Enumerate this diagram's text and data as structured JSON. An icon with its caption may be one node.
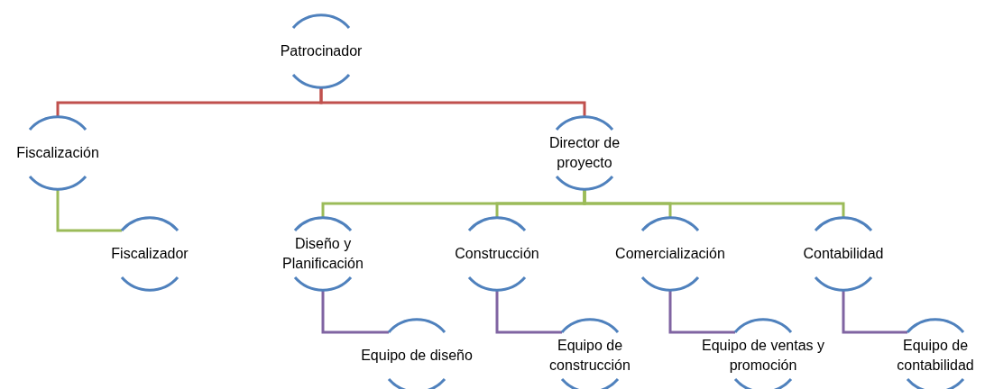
{
  "diagram": {
    "nodes": [
      {
        "text": [
          "Patrocinador"
        ]
      },
      {
        "text": [
          "Fiscalización"
        ]
      },
      {
        "text": [
          "Director de proyecto"
        ]
      },
      {
        "text": [
          "Fiscalizador"
        ]
      },
      {
        "text": [
          "Diseño y Planificación"
        ]
      },
      {
        "text": [
          "Construcción"
        ]
      },
      {
        "text": [
          "Comercialización"
        ]
      },
      {
        "text": [
          "Contabilidad"
        ]
      },
      {
        "text": [
          "Equipo de diseño"
        ]
      },
      {
        "text": [
          "Equipo de construcción"
        ]
      },
      {
        "text": [
          "Equipo de ventas y promoción"
        ]
      },
      {
        "text": [
          "Equipo de contabilidad"
        ]
      }
    ],
    "edges": [
      {
        "from": 0,
        "to": 1,
        "arrow": "none",
        "color": "#c0504d"
      },
      {
        "from": 0,
        "to": 2,
        "arrow": "none",
        "color": "#c0504d"
      },
      {
        "from": 1,
        "to": 3,
        "arrow": "none"
      },
      {
        "from": 2,
        "to": 4,
        "arrow": "none"
      },
      {
        "from": 2,
        "to": 5,
        "arrow": "none"
      },
      {
        "from": 2,
        "to": 6,
        "arrow": "none"
      },
      {
        "from": 2,
        "to": 7,
        "arrow": "none"
      },
      {
        "from": 4,
        "to": 8,
        "arrow": "none",
        "color": "#8064a2"
      },
      {
        "from": 5,
        "to": 9,
        "arrow": "none",
        "color": "#8064a2"
      },
      {
        "from": 6,
        "to": 10,
        "arrow": "none",
        "color": "#8064a2"
      },
      {
        "from": 7,
        "to": 11,
        "arrow": "none",
        "color": "#8064a2"
      }
    ]
  }
}
